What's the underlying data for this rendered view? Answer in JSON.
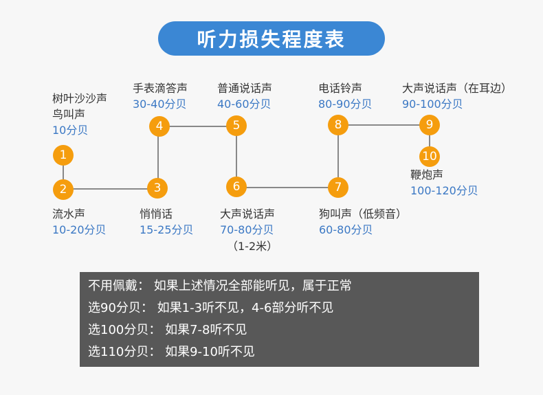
{
  "title": "听力损失程度表",
  "colors": {
    "title_bg": "#3b87d4",
    "node": "#f59d0e",
    "line": "#888888",
    "db_text": "#3b78c4",
    "box_bg": "#585858"
  },
  "nodes": [
    {
      "num": "1",
      "name": [
        "树叶沙沙声",
        "鸟叫声"
      ],
      "db": "10分贝"
    },
    {
      "num": "2",
      "name": [
        "流水声"
      ],
      "db": "10-20分贝"
    },
    {
      "num": "3",
      "name": [
        "悄悄话"
      ],
      "db": "15-25分贝"
    },
    {
      "num": "4",
      "name": [
        "手表滴答声"
      ],
      "db": "30-40分贝"
    },
    {
      "num": "5",
      "name": [
        "普通说话声"
      ],
      "db": "40-60分贝"
    },
    {
      "num": "6",
      "name": [
        "大声说话声"
      ],
      "db": "70-80分贝",
      "extra": "（1-2米）"
    },
    {
      "num": "7",
      "name": [
        "狗叫声（低频音）"
      ],
      "db": "60-80分贝"
    },
    {
      "num": "8",
      "name": [
        "电话铃声"
      ],
      "db": "80-90分贝"
    },
    {
      "num": "9",
      "name": [
        "大声说话声（在耳边）"
      ],
      "db": "90-100分贝"
    },
    {
      "num": "10",
      "name": [
        "鞭炮声"
      ],
      "db": "100-120分贝"
    }
  ],
  "notes": [
    "不用佩戴：   如果上述情况全部能听见，属于正常",
    "选90分贝：  如果1-3听不见，4-6部分听不见",
    "选100分贝： 如果7-8听不见",
    "选110分贝： 如果9-10听不见"
  ]
}
